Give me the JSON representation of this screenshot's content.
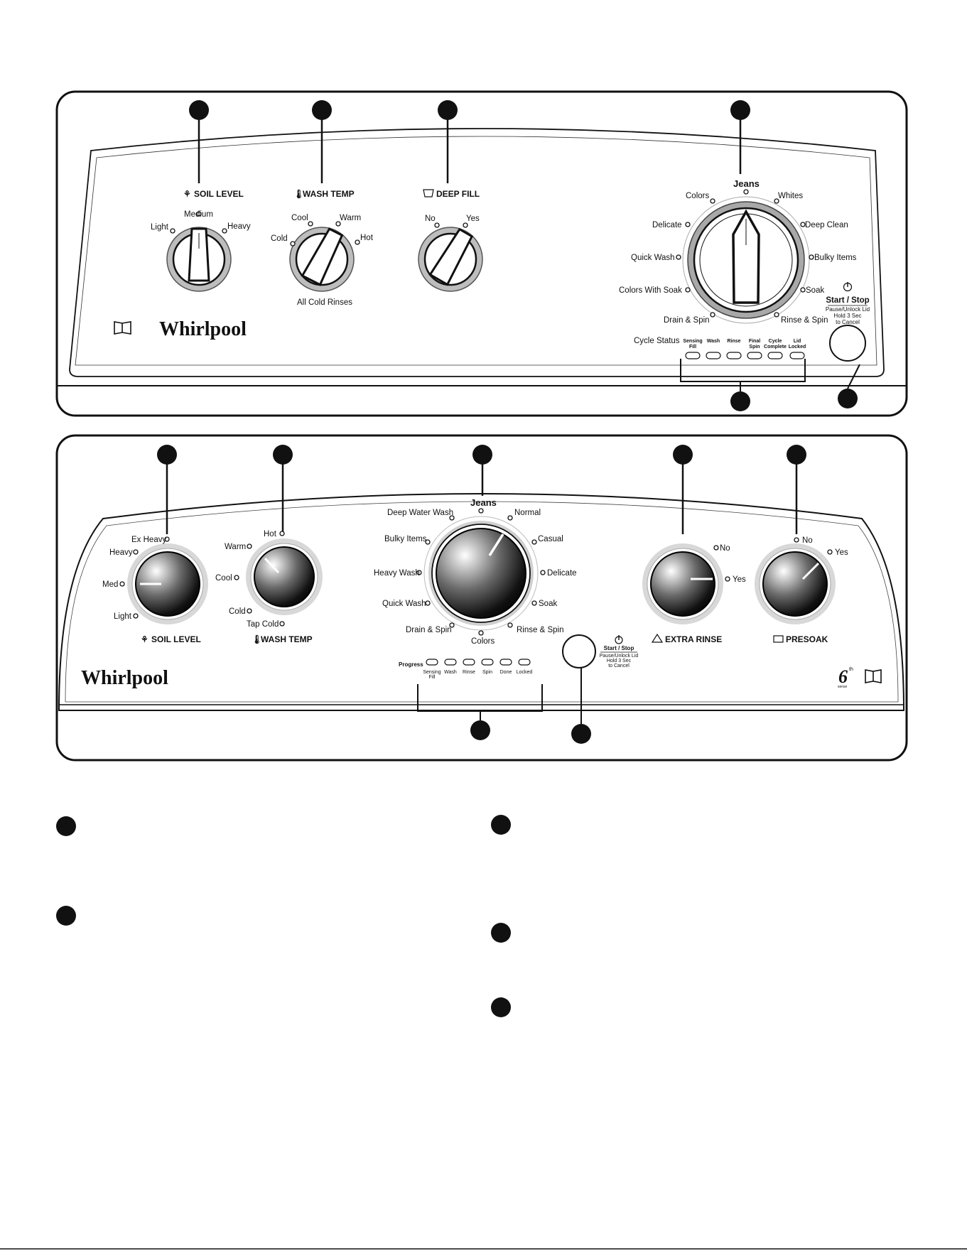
{
  "top_panel": {
    "soil_level": {
      "title": "SOIL LEVEL",
      "options": [
        "Light",
        "Medium",
        "Heavy"
      ]
    },
    "wash_temp": {
      "title": "WASH TEMP",
      "options": [
        "Cold",
        "Cool",
        "Warm",
        "Hot"
      ],
      "note": "All Cold Rinses"
    },
    "deep_fill": {
      "title": "DEEP FILL",
      "options": [
        "No",
        "Yes"
      ]
    },
    "cycle_dial": {
      "top": "Jeans",
      "options": [
        "Colors",
        "Whites",
        "Delicate",
        "Deep Clean",
        "Quick Wash",
        "Bulky Items",
        "Colors With Soak",
        "Soak",
        "Drain & Spin",
        "Rinse & Spin"
      ]
    },
    "start_stop": {
      "title": "Start / Stop",
      "sub1": "Pause/Unlock Lid",
      "sub2": "Hold 3 Sec",
      "sub3": "to Cancel"
    },
    "cycle_status": {
      "label": "Cycle Status",
      "lights": [
        [
          "Sensing",
          "Fill"
        ],
        [
          "Wash",
          ""
        ],
        [
          "Rinse",
          ""
        ],
        [
          "Final",
          "Spin"
        ],
        [
          "Cycle",
          "Complete"
        ],
        [
          "Lid",
          "Locked"
        ]
      ]
    },
    "brand": "Whirlpool"
  },
  "bottom_panel": {
    "soil_level": {
      "title": "SOIL LEVEL",
      "options": [
        "Ex Heavy",
        "Heavy",
        "Med",
        "Light"
      ]
    },
    "wash_temp": {
      "title": "WASH TEMP",
      "options": [
        "Hot",
        "Warm",
        "Cool",
        "Cold",
        "Tap Cold"
      ]
    },
    "cycle_dial": {
      "top": "Jeans",
      "options": [
        "Deep Water Wash",
        "Normal",
        "Bulky Items",
        "Casual",
        "Heavy Wash",
        "Delicate",
        "Quick Wash",
        "Soak",
        "Drain & Spin",
        "Rinse & Spin",
        "Colors"
      ]
    },
    "extra_rinse": {
      "title": "EXTRA RINSE",
      "options": [
        "No",
        "Yes"
      ]
    },
    "presoak": {
      "title": "PRESOAK",
      "options": [
        "No",
        "Yes"
      ]
    },
    "start_stop": {
      "title": "Start / Stop",
      "sub1": "Pause/Unlock Lid",
      "sub2": "Hold 3 Sec",
      "sub3": "to Cancel"
    },
    "progress": {
      "label": "Progress",
      "lights": [
        [
          "Sensing",
          "Fill"
        ],
        [
          "Wash",
          ""
        ],
        [
          "Rinse",
          ""
        ],
        [
          "Spin",
          ""
        ],
        [
          "Done",
          ""
        ],
        [
          "Locked",
          ""
        ]
      ]
    },
    "brand": "Whirlpool",
    "sixth_sense": {
      "numeral": "6",
      "sup": "th",
      "word": "sense"
    }
  }
}
